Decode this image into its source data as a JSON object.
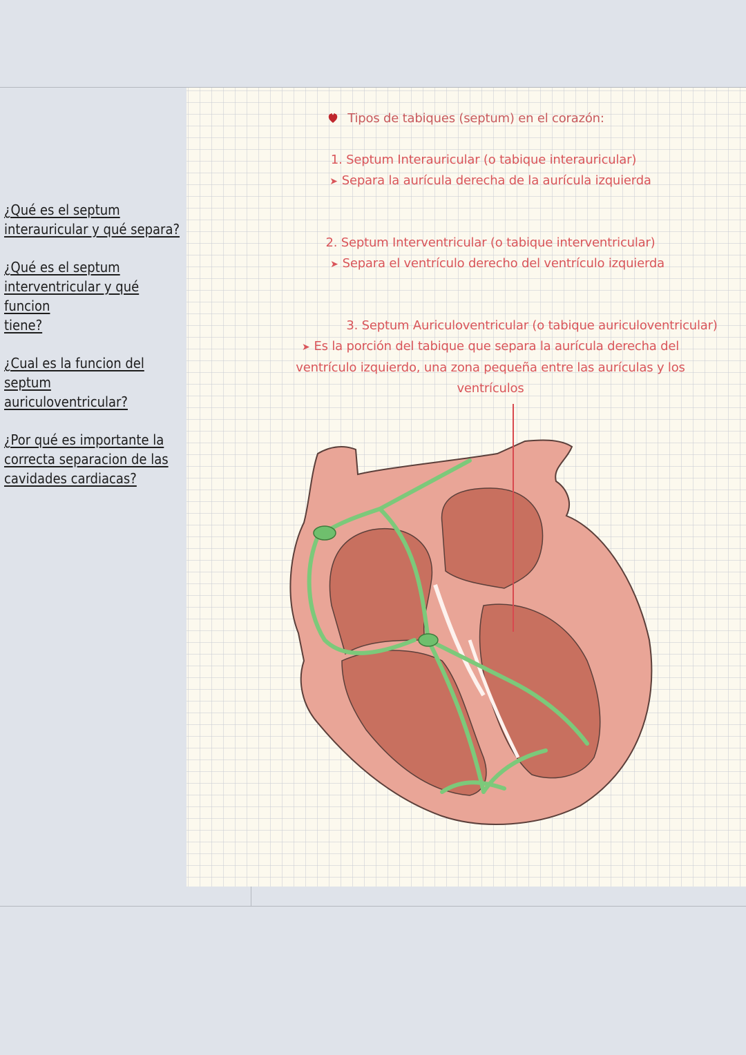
{
  "questions": [
    "¿Qué es el septum\ninterauricular y qué separa?",
    "¿Qué es el septum\ninterventricular y qué funcion\ntiene?",
    "¿Cual es la funcion del septum\nauriculoventricular?",
    "¿Por qué es importante la\ncorrecta separacion de las\ncavidades cardiacas?"
  ],
  "note": {
    "title": "Tipos de tabiques (septum) en el corazón:",
    "sections": [
      {
        "heading": "1. Septum Interauricular (o tabique interauricular)",
        "text": "Separa la aurícula derecha de la aurícula izquierda"
      },
      {
        "heading": "2. Septum Interventricular (o tabique interventricular)",
        "text": "Separa el ventrículo derecho del ventrículo izquierda"
      },
      {
        "heading": "3. Septum Auriculoventricular (o tabique auriculoventricular)",
        "text": "Es la porción del tabique que separa la aurícula derecha del ventrículo izquierdo, una zona pequeña entre las aurículas y los ventrículos"
      }
    ]
  },
  "colors": {
    "note_text": "#d9555a",
    "heart_outer": "#e9a597",
    "heart_inner": "#c8705f",
    "conduction": "#7cc97a",
    "marker": "#d8484e"
  },
  "icons": [
    "heart-icon",
    "arrow-icon"
  ]
}
